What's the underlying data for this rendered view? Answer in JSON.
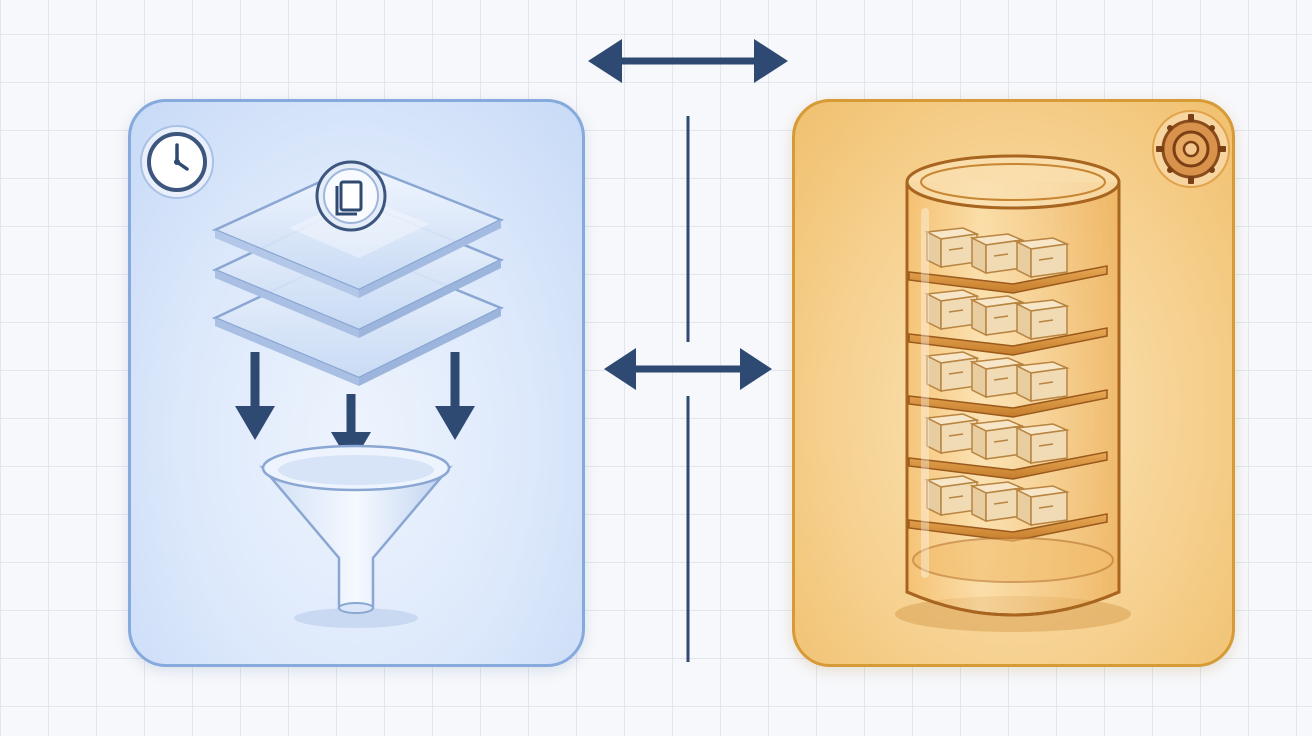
{
  "diagram": {
    "left_panel": {
      "badge_icon": "clock-icon",
      "layer_badge_icon": "document-icon",
      "layers": [
        "layer-top",
        "layer-middle",
        "layer-bottom"
      ],
      "flow_arrows": 3,
      "sink_icon": "funnel-icon"
    },
    "right_panel": {
      "badge_icon": "vault-dial-icon",
      "container_icon": "glass-cylinder-storage-icon",
      "shelves": 5,
      "boxes_per_shelf": 3
    },
    "connectors": {
      "top": "double-arrow-icon",
      "middle": "double-arrow-icon",
      "divider": "vertical-divider-line"
    },
    "colors": {
      "left_accent": "#86a9de",
      "right_accent": "#d69a36",
      "connector": "#2f4a72"
    }
  }
}
